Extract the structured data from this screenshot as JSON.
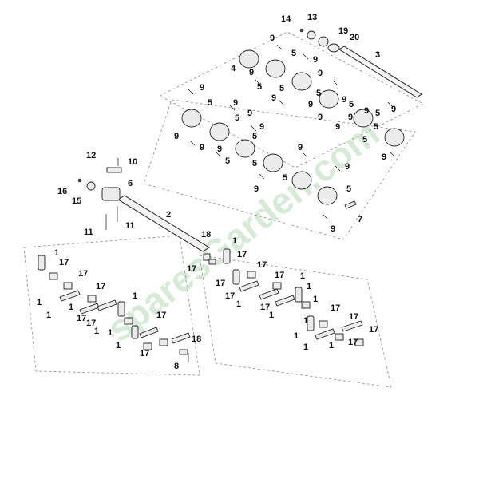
{
  "diagram": {
    "watermark": "sparesGarden.com",
    "colors": {
      "watermark": "#7fc47f",
      "line": "#222222"
    },
    "callouts": [
      {
        "id": "c14",
        "text": "14"
      },
      {
        "id": "c13",
        "text": "13"
      },
      {
        "id": "c19",
        "text": "19"
      },
      {
        "id": "c20",
        "text": "20"
      },
      {
        "id": "c3",
        "text": "3"
      },
      {
        "id": "c4",
        "text": "4"
      },
      {
        "id": "c9a",
        "text": "9"
      },
      {
        "id": "c5a",
        "text": "5"
      },
      {
        "id": "c9b",
        "text": "9"
      },
      {
        "id": "c9c",
        "text": "9"
      },
      {
        "id": "c5b",
        "text": "5"
      },
      {
        "id": "c9d",
        "text": "9"
      },
      {
        "id": "c9e",
        "text": "9"
      },
      {
        "id": "c5c",
        "text": "5"
      },
      {
        "id": "c9f",
        "text": "9"
      },
      {
        "id": "c5d",
        "text": "5"
      },
      {
        "id": "c9g",
        "text": "9"
      },
      {
        "id": "c9h",
        "text": "9"
      },
      {
        "id": "c9i",
        "text": "9"
      },
      {
        "id": "c5e",
        "text": "5"
      },
      {
        "id": "c5f",
        "text": "5"
      },
      {
        "id": "c9j",
        "text": "9"
      },
      {
        "id": "c9k",
        "text": "9"
      },
      {
        "id": "c9l",
        "text": "9"
      },
      {
        "id": "c5g",
        "text": "5"
      },
      {
        "id": "c5h",
        "text": "5"
      },
      {
        "id": "c9m",
        "text": "9"
      },
      {
        "id": "c9n",
        "text": "9"
      },
      {
        "id": "c5i",
        "text": "5"
      },
      {
        "id": "c9o",
        "text": "9"
      },
      {
        "id": "c5j",
        "text": "5"
      },
      {
        "id": "c9p",
        "text": "9"
      },
      {
        "id": "c9q",
        "text": "9"
      },
      {
        "id": "c9r",
        "text": "9"
      },
      {
        "id": "c5k",
        "text": "5"
      },
      {
        "id": "c9s",
        "text": "9"
      },
      {
        "id": "c9t",
        "text": "9"
      },
      {
        "id": "c5l",
        "text": "5"
      },
      {
        "id": "c5m",
        "text": "5"
      },
      {
        "id": "c9u",
        "text": "9"
      },
      {
        "id": "c9v",
        "text": "9"
      },
      {
        "id": "c5n",
        "text": "5"
      },
      {
        "id": "c9w",
        "text": "9"
      },
      {
        "id": "c5o",
        "text": "5"
      },
      {
        "id": "c7",
        "text": "7"
      },
      {
        "id": "c9x",
        "text": "9"
      },
      {
        "id": "c12",
        "text": "12"
      },
      {
        "id": "c10",
        "text": "10"
      },
      {
        "id": "c16",
        "text": "16"
      },
      {
        "id": "c6",
        "text": "6"
      },
      {
        "id": "c15",
        "text": "15"
      },
      {
        "id": "c2",
        "text": "2"
      },
      {
        "id": "c11a",
        "text": "11"
      },
      {
        "id": "c11b",
        "text": "11"
      },
      {
        "id": "c18a",
        "text": "18"
      },
      {
        "id": "c1a",
        "text": "1"
      },
      {
        "id": "c17a",
        "text": "17"
      },
      {
        "id": "c17b",
        "text": "17"
      },
      {
        "id": "c17c",
        "text": "17"
      },
      {
        "id": "c1b",
        "text": "1"
      },
      {
        "id": "c17d",
        "text": "17"
      },
      {
        "id": "c17e",
        "text": "17"
      },
      {
        "id": "c1c",
        "text": "1"
      },
      {
        "id": "c17f",
        "text": "17"
      },
      {
        "id": "c1d",
        "text": "1"
      },
      {
        "id": "c1e",
        "text": "1"
      },
      {
        "id": "c17g",
        "text": "17"
      },
      {
        "id": "c1f",
        "text": "1"
      },
      {
        "id": "c17h",
        "text": "17"
      },
      {
        "id": "c1g",
        "text": "1"
      },
      {
        "id": "c17i",
        "text": "17"
      },
      {
        "id": "c1h",
        "text": "1"
      },
      {
        "id": "c1i",
        "text": "1"
      },
      {
        "id": "c17j",
        "text": "17"
      },
      {
        "id": "c18b",
        "text": "18"
      },
      {
        "id": "c8",
        "text": "8"
      },
      {
        "id": "c17k",
        "text": "17"
      },
      {
        "id": "c1j",
        "text": "1"
      },
      {
        "id": "c17l",
        "text": "17"
      },
      {
        "id": "c1k",
        "text": "1"
      },
      {
        "id": "c17m",
        "text": "17"
      },
      {
        "id": "c1l",
        "text": "1"
      },
      {
        "id": "c17n",
        "text": "17"
      },
      {
        "id": "c1m",
        "text": "1"
      },
      {
        "id": "c1n",
        "text": "1"
      },
      {
        "id": "c17o",
        "text": "17"
      },
      {
        "id": "c1o",
        "text": "1"
      },
      {
        "id": "c17p",
        "text": "17"
      },
      {
        "id": "c1p",
        "text": "1"
      },
      {
        "id": "c17q",
        "text": "17"
      },
      {
        "id": "c1q",
        "text": "1"
      },
      {
        "id": "c17r",
        "text": "17"
      },
      {
        "id": "c1r",
        "text": "1"
      }
    ]
  }
}
